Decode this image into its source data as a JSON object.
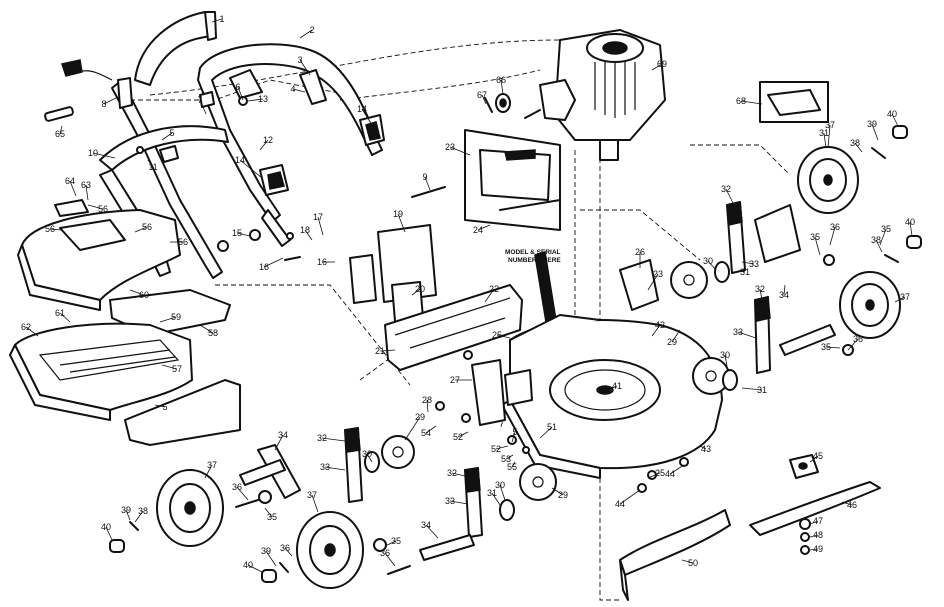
{
  "diagram": {
    "note_line1": "MODEL & SERIAL",
    "note_line2": "NUMBERS HERE",
    "callouts": [
      {
        "id": "c1",
        "label": "1"
      },
      {
        "id": "c2",
        "label": "2"
      },
      {
        "id": "c3",
        "label": "3"
      },
      {
        "id": "c4",
        "label": "4"
      },
      {
        "id": "c5a",
        "label": "5"
      },
      {
        "id": "c5b",
        "label": "5"
      },
      {
        "id": "c5c",
        "label": "5"
      },
      {
        "id": "c6",
        "label": "6"
      },
      {
        "id": "c7",
        "label": "7"
      },
      {
        "id": "c8",
        "label": "8"
      },
      {
        "id": "c9",
        "label": "9"
      },
      {
        "id": "c10",
        "label": "10"
      },
      {
        "id": "c11",
        "label": "11"
      },
      {
        "id": "c12",
        "label": "12"
      },
      {
        "id": "c13",
        "label": "13"
      },
      {
        "id": "c14a",
        "label": "14"
      },
      {
        "id": "c14b",
        "label": "14"
      },
      {
        "id": "c15",
        "label": "15"
      },
      {
        "id": "c16",
        "label": "16"
      },
      {
        "id": "c16b",
        "label": "16"
      },
      {
        "id": "c17",
        "label": "17"
      },
      {
        "id": "c18",
        "label": "18"
      },
      {
        "id": "c19",
        "label": "19"
      },
      {
        "id": "c20",
        "label": "20"
      },
      {
        "id": "c21",
        "label": "21"
      },
      {
        "id": "c22",
        "label": "22"
      },
      {
        "id": "c23a",
        "label": "23"
      },
      {
        "id": "c23b",
        "label": "23"
      },
      {
        "id": "c24",
        "label": "24"
      },
      {
        "id": "c25a",
        "label": "25"
      },
      {
        "id": "c25b",
        "label": "25"
      },
      {
        "id": "c26",
        "label": "26"
      },
      {
        "id": "c27",
        "label": "27"
      },
      {
        "id": "c28",
        "label": "28"
      },
      {
        "id": "c29a",
        "label": "29"
      },
      {
        "id": "c29b",
        "label": "29"
      },
      {
        "id": "c29c",
        "label": "29"
      },
      {
        "id": "c30a",
        "label": "30"
      },
      {
        "id": "c30b",
        "label": "30"
      },
      {
        "id": "c30c",
        "label": "30"
      },
      {
        "id": "c30d",
        "label": "30"
      },
      {
        "id": "c31a",
        "label": "31"
      },
      {
        "id": "c31b",
        "label": "31"
      },
      {
        "id": "c31c",
        "label": "31"
      },
      {
        "id": "c31d",
        "label": "31"
      },
      {
        "id": "c32a",
        "label": "32"
      },
      {
        "id": "c32b",
        "label": "32"
      },
      {
        "id": "c32c",
        "label": "32"
      },
      {
        "id": "c32d",
        "label": "32"
      },
      {
        "id": "c33a",
        "label": "33"
      },
      {
        "id": "c33b",
        "label": "33"
      },
      {
        "id": "c33c",
        "label": "33"
      },
      {
        "id": "c33d",
        "label": "33"
      },
      {
        "id": "c34a",
        "label": "34"
      },
      {
        "id": "c34b",
        "label": "34"
      },
      {
        "id": "c34c",
        "label": "34"
      },
      {
        "id": "c35a",
        "label": "35"
      },
      {
        "id": "c35b",
        "label": "35"
      },
      {
        "id": "c35c",
        "label": "35"
      },
      {
        "id": "c35d",
        "label": "35"
      },
      {
        "id": "c35e",
        "label": "35"
      },
      {
        "id": "c36a",
        "label": "36"
      },
      {
        "id": "c36b",
        "label": "36"
      },
      {
        "id": "c36c",
        "label": "36"
      },
      {
        "id": "c36d",
        "label": "36"
      },
      {
        "id": "c36e",
        "label": "36"
      },
      {
        "id": "c37a",
        "label": "37"
      },
      {
        "id": "c37b",
        "label": "37"
      },
      {
        "id": "c37c",
        "label": "37"
      },
      {
        "id": "c37d",
        "label": "37"
      },
      {
        "id": "c38a",
        "label": "38"
      },
      {
        "id": "c38b",
        "label": "38"
      },
      {
        "id": "c38c",
        "label": "38"
      },
      {
        "id": "c39a",
        "label": "39"
      },
      {
        "id": "c39b",
        "label": "39"
      },
      {
        "id": "c39c",
        "label": "39"
      },
      {
        "id": "c40a",
        "label": "40"
      },
      {
        "id": "c40b",
        "label": "40"
      },
      {
        "id": "c40c",
        "label": "40"
      },
      {
        "id": "c40d",
        "label": "40"
      },
      {
        "id": "c41",
        "label": "41"
      },
      {
        "id": "c42",
        "label": "42"
      },
      {
        "id": "c43",
        "label": "43"
      },
      {
        "id": "c44a",
        "label": "44"
      },
      {
        "id": "c44b",
        "label": "44"
      },
      {
        "id": "c45",
        "label": "45"
      },
      {
        "id": "c46",
        "label": "46"
      },
      {
        "id": "c47",
        "label": "47"
      },
      {
        "id": "c48",
        "label": "48"
      },
      {
        "id": "c49",
        "label": "49"
      },
      {
        "id": "c50",
        "label": "50"
      },
      {
        "id": "c51",
        "label": "51"
      },
      {
        "id": "c52a",
        "label": "52"
      },
      {
        "id": "c52b",
        "label": "52"
      },
      {
        "id": "c53",
        "label": "53"
      },
      {
        "id": "c54",
        "label": "54"
      },
      {
        "id": "c55",
        "label": "55"
      },
      {
        "id": "c56a",
        "label": "56"
      },
      {
        "id": "c56b",
        "label": "56"
      },
      {
        "id": "c56c",
        "label": "56"
      },
      {
        "id": "c56d",
        "label": "56"
      },
      {
        "id": "c57",
        "label": "57"
      },
      {
        "id": "c58",
        "label": "58"
      },
      {
        "id": "c59",
        "label": "59"
      },
      {
        "id": "c60",
        "label": "60"
      },
      {
        "id": "c61",
        "label": "61"
      },
      {
        "id": "c62",
        "label": "62"
      },
      {
        "id": "c63",
        "label": "63"
      },
      {
        "id": "c64",
        "label": "64"
      },
      {
        "id": "c65",
        "label": "65"
      },
      {
        "id": "c66",
        "label": "66"
      },
      {
        "id": "c67",
        "label": "67"
      },
      {
        "id": "c68",
        "label": "68"
      },
      {
        "id": "c69",
        "label": "69"
      }
    ]
  }
}
